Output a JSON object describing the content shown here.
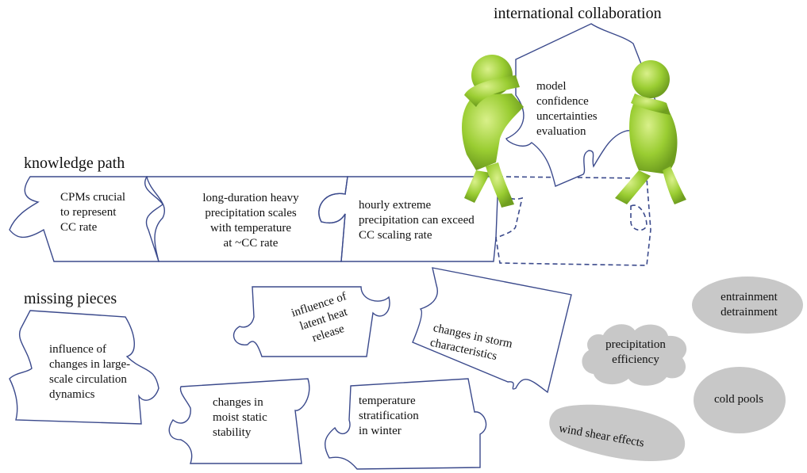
{
  "headings": {
    "international_collaboration": "international collaboration",
    "knowledge_path": "knowledge path",
    "missing_pieces": "missing pieces"
  },
  "knowledge_path": [
    "CPMs crucial\nto represent\nCC rate",
    "long-duration heavy\nprecipitation scales\nwith temperature\nat ~CC rate",
    "hourly extreme\nprecipitation can exceed\nCC scaling rate"
  ],
  "collaboration_piece": "model\nconfidence\nuncertainties\nevaluation",
  "missing_pieces": {
    "latent_heat": "influence of\nlatent heat\nrelease",
    "storm": "changes in storm\ncharacteristics",
    "large_scale": "influence of\nchanges in large-\nscale circulation\ndynamics",
    "moist_static": "changes in\nmoist static\nstability",
    "temperature_strat": "temperature\nstratification\nin winter"
  },
  "processes": {
    "entrainment": "entrainment\ndetrainment",
    "precip_eff": "precipitation\nefficiency",
    "cold_pools": "cold pools",
    "wind_shear": "wind shear effects"
  },
  "colors": {
    "piece_outline": "#3b4a8c",
    "figure_green": "#8cc63f",
    "blob_gray": "#c8c8c8"
  }
}
